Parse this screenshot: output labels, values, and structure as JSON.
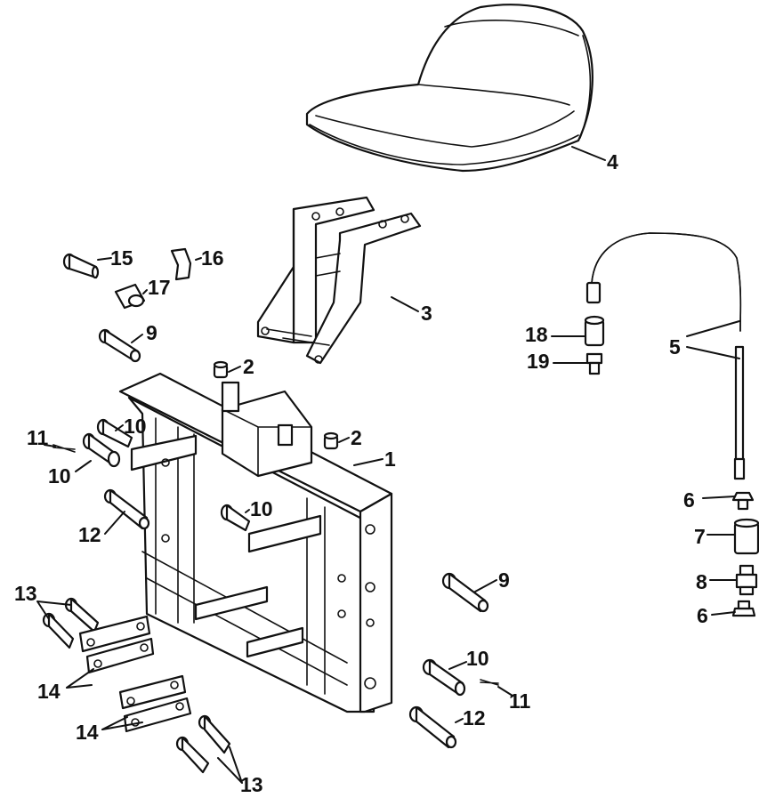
{
  "callouts": {
    "c1": "1",
    "c2a": "2",
    "c2b": "2",
    "c3": "3",
    "c4": "4",
    "c5": "5",
    "c6a": "6",
    "c6b": "6",
    "c7": "7",
    "c8": "8",
    "c9a": "9",
    "c9b": "9",
    "c10a": "10",
    "c10b": "10",
    "c10c": "10",
    "c10d": "10",
    "c11a": "11",
    "c11b": "11",
    "c12a": "12",
    "c12b": "12",
    "c13a": "13",
    "c13b": "13",
    "c14a": "14",
    "c14b": "14",
    "c15": "15",
    "c16": "16",
    "c17": "17",
    "c18": "18",
    "c19": "19"
  },
  "colors": {
    "line": "#111111",
    "background": "#ffffff"
  }
}
